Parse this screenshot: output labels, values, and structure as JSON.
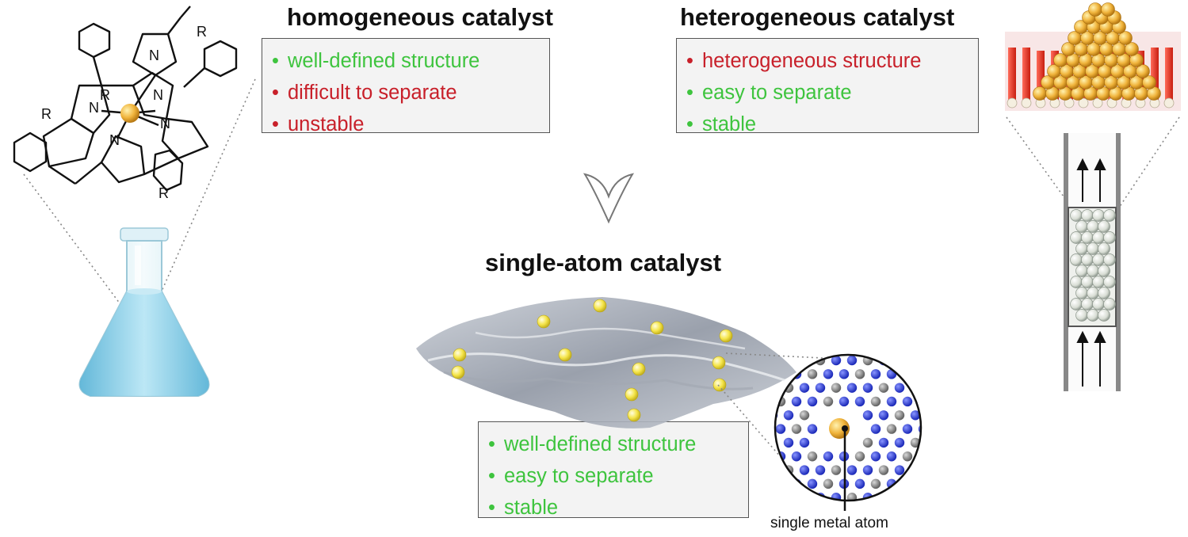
{
  "homogeneous": {
    "title": "homogeneous catalyst",
    "properties": [
      {
        "text": "well-defined structure",
        "status": "good"
      },
      {
        "text": "difficult to separate",
        "status": "bad"
      },
      {
        "text": "unstable",
        "status": "bad"
      }
    ],
    "molecule_atoms": {
      "n": "N",
      "r": "R"
    }
  },
  "heterogeneous": {
    "title": "heterogeneous catalyst",
    "properties": [
      {
        "text": "heterogeneous structure",
        "status": "bad"
      },
      {
        "text": "easy to separate",
        "status": "good"
      },
      {
        "text": "stable",
        "status": "good"
      }
    ]
  },
  "single_atom": {
    "title": "single-atom catalyst",
    "properties": [
      {
        "text": "well-defined structure",
        "status": "good"
      },
      {
        "text": "easy to separate",
        "status": "good"
      },
      {
        "text": "stable",
        "status": "good"
      }
    ],
    "atom_label": "single metal atom"
  },
  "colors": {
    "good": "#3ec43e",
    "bad": "#c8202a",
    "gold_atom": "#f0b43c",
    "flask_liquid": "#8fd0e8",
    "nitrogen": "#2a3fd6",
    "carbon": "#8a8a8a"
  },
  "icons": [
    "flask-icon",
    "down-arrow-icon",
    "packed-bed-reactor-icon",
    "gold-nanoparticle-icon",
    "porphyrin-molecule-icon",
    "graphene-sheet-icon",
    "carbon-nitride-lattice-icon"
  ]
}
